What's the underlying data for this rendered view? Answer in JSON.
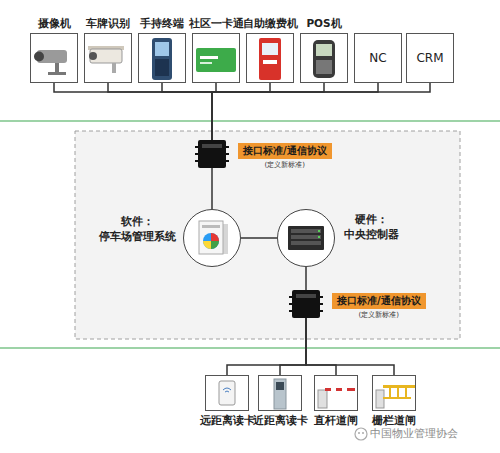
{
  "diagram": {
    "nodes": [
      {
        "text": [
          "摄像机"
        ]
      },
      {
        "text": [
          "车牌识别"
        ]
      },
      {
        "text": [
          "手持终端"
        ]
      },
      {
        "text": [
          "社区一卡通"
        ]
      },
      {
        "text": [
          "自助缴费机"
        ]
      },
      {
        "text": [
          "POS机"
        ]
      },
      {
        "text": [
          "NC"
        ]
      },
      {
        "text": [
          "CRM"
        ]
      },
      {
        "text": [
          "接口标准/通信协议",
          "(定义新标准)"
        ]
      },
      {
        "text": [
          "软件：",
          "停车场管理系统"
        ]
      },
      {
        "text": [
          "硬件：",
          "中央控制器"
        ]
      },
      {
        "text": [
          "接口标准/通信协议",
          "(定义新标准)"
        ]
      },
      {
        "text": [
          "远距离读卡"
        ]
      },
      {
        "text": [
          "近距离读卡"
        ]
      },
      {
        "text": [
          "直杆道闸"
        ]
      },
      {
        "text": [
          "栅栏道闸"
        ]
      }
    ],
    "edges": [
      {
        "from": 0,
        "to": 8,
        "arrow": "none"
      },
      {
        "from": 1,
        "to": 8,
        "arrow": "none"
      },
      {
        "from": 2,
        "to": 8,
        "arrow": "none"
      },
      {
        "from": 3,
        "to": 8,
        "arrow": "none"
      },
      {
        "from": 4,
        "to": 8,
        "arrow": "none"
      },
      {
        "from": 5,
        "to": 8,
        "arrow": "none"
      },
      {
        "from": 6,
        "to": 8,
        "arrow": "none"
      },
      {
        "from": 7,
        "to": 8,
        "arrow": "none"
      },
      {
        "from": 8,
        "to": 9,
        "arrow": "none"
      },
      {
        "from": 9,
        "to": 10,
        "arrow": "none"
      },
      {
        "from": 10,
        "to": 11,
        "arrow": "none"
      },
      {
        "from": 11,
        "to": 12,
        "arrow": "none"
      },
      {
        "from": 11,
        "to": 13,
        "arrow": "none"
      },
      {
        "from": 11,
        "to": 14,
        "arrow": "none"
      },
      {
        "from": 11,
        "to": 15,
        "arrow": "none"
      }
    ],
    "labels": [
      "中国物业管理协会"
    ]
  }
}
